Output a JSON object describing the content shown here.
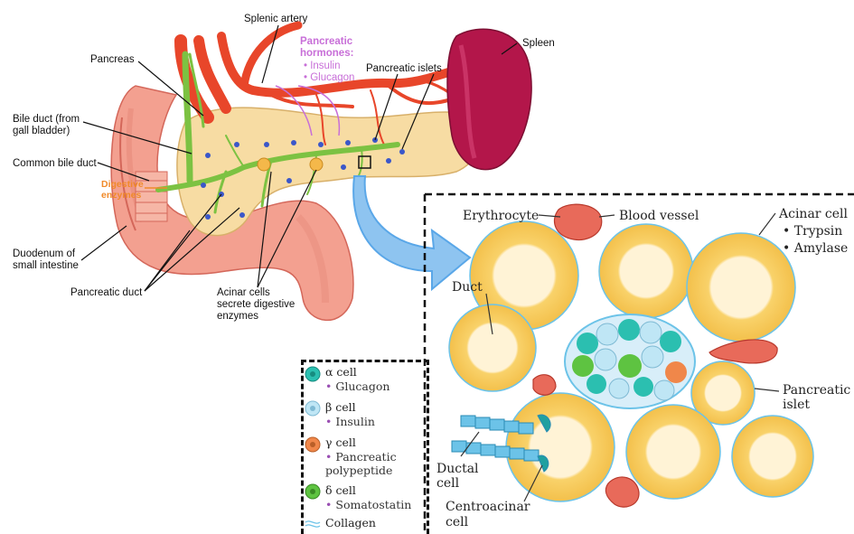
{
  "anatomy_labels": {
    "splenic_artery": "Splenic artery",
    "pancreatic_hormones_title": "Pancreatic\nhormones:",
    "hormone_insulin": "• Insulin",
    "hormone_glucagon": "• Glucagon",
    "spleen": "Spleen",
    "pancreas": "Pancreas",
    "pancreatic_islets": "Pancreatic islets",
    "bile_duct": "Bile duct (from\ngall bladder)",
    "common_bile_duct": "Common bile duct",
    "digestive_enzymes": "Digestive\nenzymes",
    "duodenum": "Duodenum of\nsmall intestine",
    "pancreatic_duct": "Pancreatic duct",
    "acinar_cells": "Acinar cells\nsecrete digestive\nenzymes"
  },
  "histology_labels": {
    "erythrocyte": "Erythrocyte",
    "blood_vessel": "Blood vessel",
    "acinar_cell": "Acinar cell",
    "trypsin": "• Trypsin",
    "amylase": "• Amylase",
    "duct": "Duct",
    "pancreatic_islet": "Pancreatic\nislet",
    "ductal_cell": "Ductal\ncell",
    "centroacinar_cell": "Centroacinar\ncell"
  },
  "legend": [
    {
      "name": "α cell",
      "sub": "Glucagon",
      "color": "#2bbfb0"
    },
    {
      "name": "β cell",
      "sub": "Insulin",
      "color": "#bfe6f5"
    },
    {
      "name": "γ cell",
      "sub": "Pancreatic\npolypeptide",
      "color": "#f0874a"
    },
    {
      "name": "δ cell",
      "sub": "Somatostatin",
      "color": "#5ec341"
    },
    {
      "name": "Collagen",
      "sub": "",
      "color": "#6cc3e8"
    }
  ],
  "colors": {
    "artery": "#e8462a",
    "spleen": "#b3164a",
    "pancreas": "#f6dca3",
    "duct": "#7cc242",
    "intestine": "#f08a7e",
    "acinar": "#f7c95a",
    "arrow": "#5aa7e8",
    "hormone_text": "#c86fd8",
    "enzyme_text": "#f08a2a"
  }
}
